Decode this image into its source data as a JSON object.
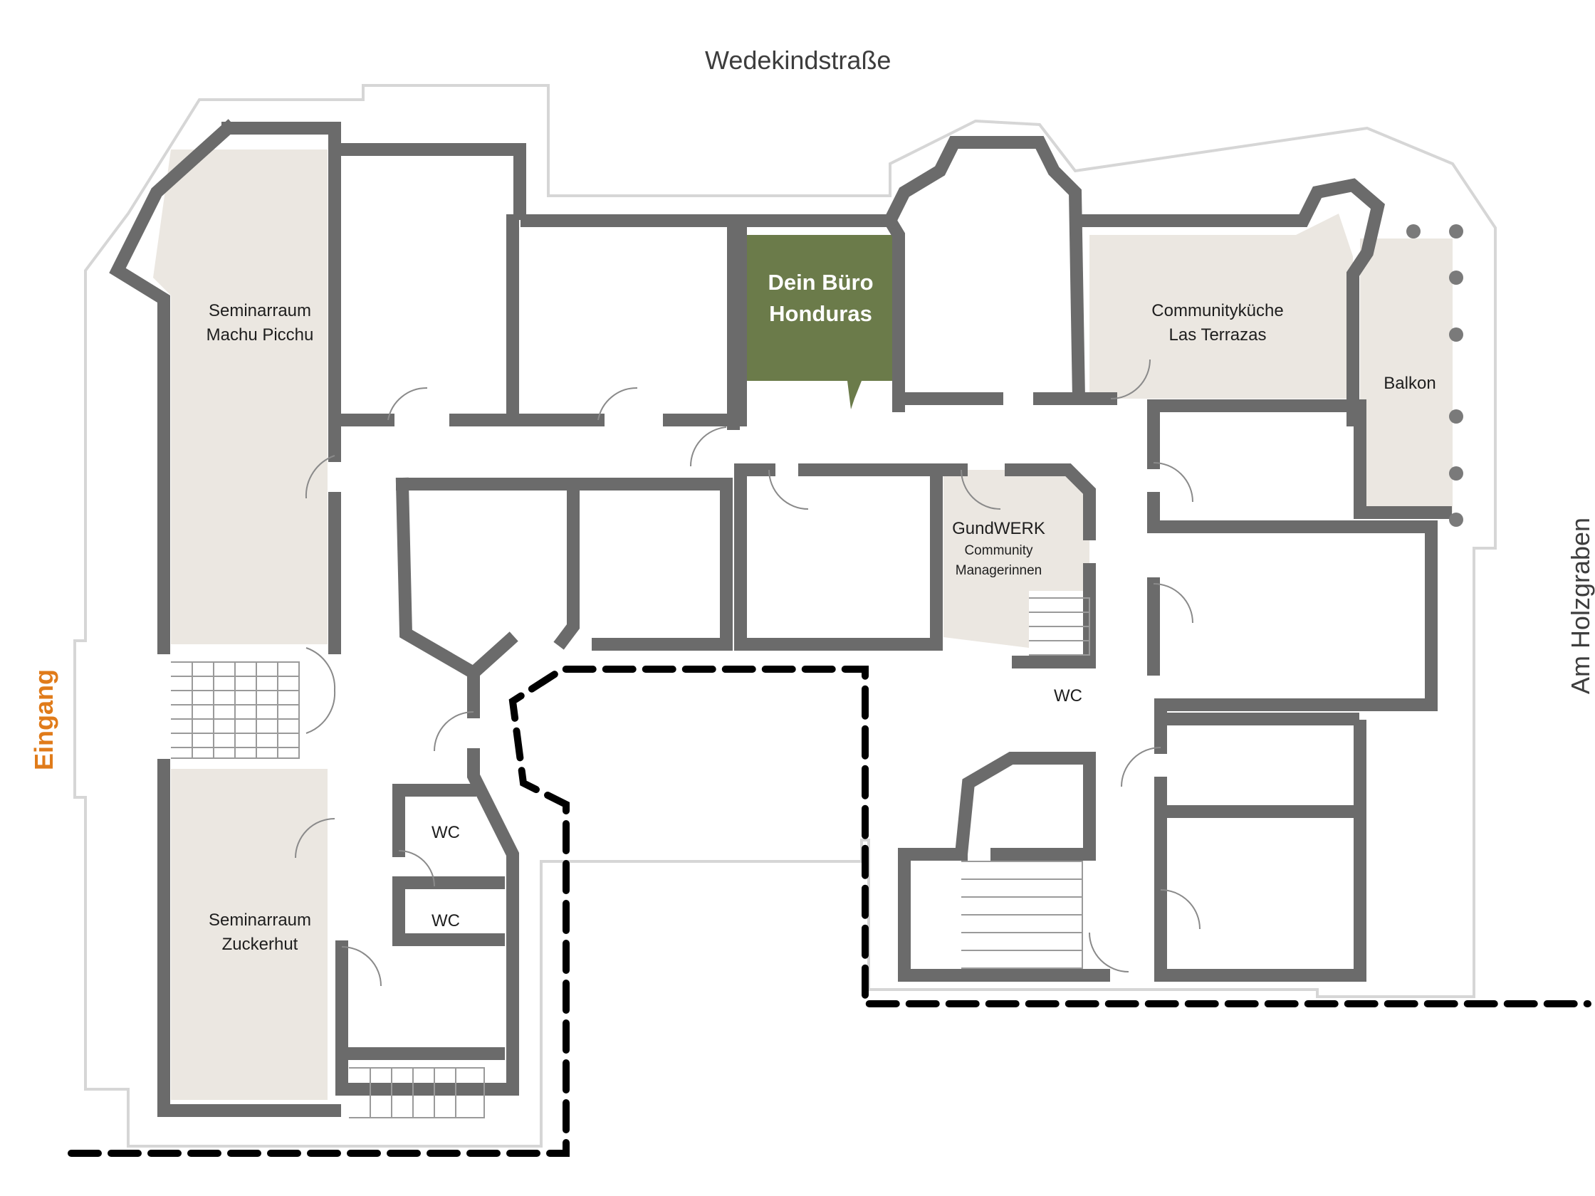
{
  "streets": {
    "top": "Wedekindstraße",
    "right": "Am Holzgraben"
  },
  "entrance": {
    "label": "Eingang",
    "color": "#e07b1a"
  },
  "colors": {
    "wall": "#6b6b6b",
    "room_fill": "#ebe7e1",
    "highlight_fill": "#6b7b4a",
    "boundary": "#000000",
    "outline": "#cfcfcf"
  },
  "rooms": {
    "machu_picchu": {
      "line1": "Seminarraum",
      "line2": "Machu Picchu"
    },
    "zuckerhut": {
      "line1": "Seminarraum",
      "line2": "Zuckerhut"
    },
    "office": {
      "line1": "Dein Büro",
      "line2": "Honduras"
    },
    "kitchen": {
      "line1": "Communityküche",
      "line2": "Las Terrazas"
    },
    "balcony": {
      "line1": "Balkon"
    },
    "gundwerk": {
      "line1": "GundWERK",
      "line2": "Community",
      "line3": "Managerinnen"
    },
    "wc1": "WC",
    "wc2": "WC",
    "wc3": "WC"
  }
}
